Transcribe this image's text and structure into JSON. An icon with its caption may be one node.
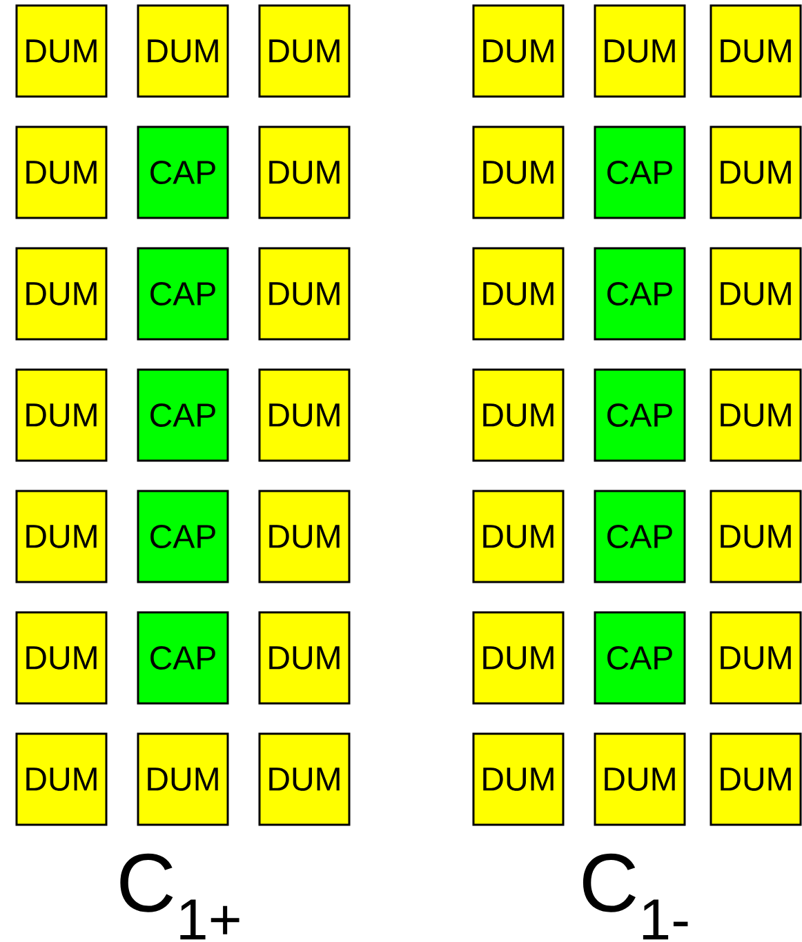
{
  "diagram": {
    "nodes": [
      {
        "text": [
          "DUM"
        ]
      },
      {
        "text": [
          "DUM"
        ]
      },
      {
        "text": [
          "DUM"
        ]
      },
      {
        "text": [
          "DUM"
        ]
      },
      {
        "text": [
          "CAP"
        ]
      },
      {
        "text": [
          "DUM"
        ]
      },
      {
        "text": [
          "DUM"
        ]
      },
      {
        "text": [
          "CAP"
        ]
      },
      {
        "text": [
          "DUM"
        ]
      },
      {
        "text": [
          "DUM"
        ]
      },
      {
        "text": [
          "CAP"
        ]
      },
      {
        "text": [
          "DUM"
        ]
      },
      {
        "text": [
          "DUM"
        ]
      },
      {
        "text": [
          "CAP"
        ]
      },
      {
        "text": [
          "DUM"
        ]
      },
      {
        "text": [
          "DUM"
        ]
      },
      {
        "text": [
          "CAP"
        ]
      },
      {
        "text": [
          "DUM"
        ]
      },
      {
        "text": [
          "DUM"
        ]
      },
      {
        "text": [
          "DUM"
        ]
      },
      {
        "text": [
          "DUM"
        ]
      },
      {
        "text": [
          "DUM"
        ]
      },
      {
        "text": [
          "DUM"
        ]
      },
      {
        "text": [
          "DUM"
        ]
      },
      {
        "text": [
          "DUM"
        ]
      },
      {
        "text": [
          "CAP"
        ]
      },
      {
        "text": [
          "DUM"
        ]
      },
      {
        "text": [
          "DUM"
        ]
      },
      {
        "text": [
          "CAP"
        ]
      },
      {
        "text": [
          "DUM"
        ]
      },
      {
        "text": [
          "DUM"
        ]
      },
      {
        "text": [
          "CAP"
        ]
      },
      {
        "text": [
          "DUM"
        ]
      },
      {
        "text": [
          "DUM"
        ]
      },
      {
        "text": [
          "CAP"
        ]
      },
      {
        "text": [
          "DUM"
        ]
      },
      {
        "text": [
          "DUM"
        ]
      },
      {
        "text": [
          "CAP"
        ]
      },
      {
        "text": [
          "DUM"
        ]
      },
      {
        "text": [
          "DUM"
        ]
      },
      {
        "text": [
          "DUM"
        ]
      },
      {
        "text": [
          "DUM"
        ]
      }
    ],
    "labels": [
      "C$_{1+}$",
      "C$_{1-}$"
    ]
  }
}
